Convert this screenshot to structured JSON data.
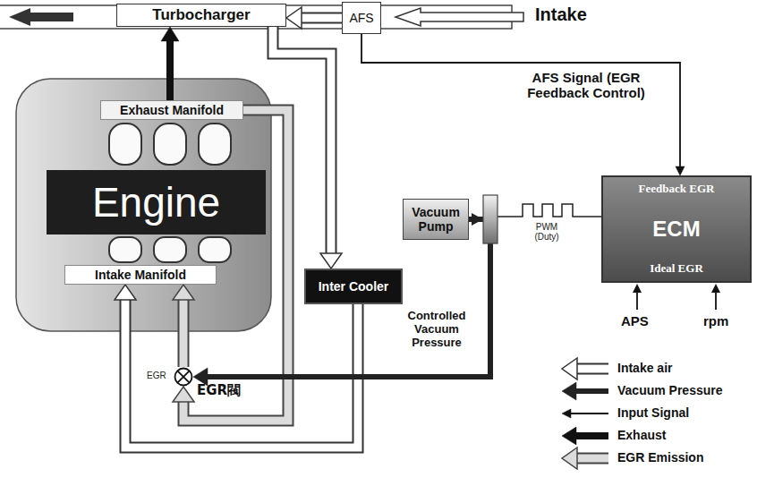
{
  "diagram": {
    "nodes": [
      {
        "text": [
          "Turbocharger"
        ]
      },
      {
        "text": [
          "AFS"
        ]
      },
      {
        "text": [
          "Exhaust Manifold"
        ]
      },
      {
        "text": [
          "Engine"
        ]
      },
      {
        "text": [
          "Intake Manifold"
        ]
      },
      {
        "text": [
          "Inter Cooler"
        ]
      },
      {
        "text": [
          "Vacuum Pump"
        ]
      },
      {
        "text": [
          "Feedback EGR",
          "ECM",
          "Ideal EGR"
        ]
      },
      {
        "text": [
          "EGR",
          "EGR閥"
        ]
      }
    ],
    "edges": [
      {
        "from": 1,
        "to": 0,
        "arrow": "to"
      },
      {
        "from": 1,
        "to": 7,
        "arrow": "to",
        "label": "AFS Signal (EGR Feedback Control)"
      },
      {
        "from": 2,
        "to": 0,
        "arrow": "to"
      },
      {
        "from": 0,
        "to": 5,
        "arrow": "to"
      },
      {
        "from": 5,
        "to": 4,
        "arrow": "to"
      },
      {
        "from": 2,
        "to": 8,
        "arrow": "to"
      },
      {
        "from": 8,
        "to": 4,
        "arrow": "to"
      },
      {
        "from": 6,
        "to": 8,
        "arrow": "to",
        "label": "Controlled Vacuum Pressure"
      }
    ],
    "labels": [
      "Intake",
      "PWM (Duty)",
      "APS",
      "rpm"
    ],
    "legend": [
      {
        "text": "Intake air"
      },
      {
        "text": "Vacuum Pressure"
      },
      {
        "text": "Input Signal"
      },
      {
        "text": "Exhaust"
      },
      {
        "text": "EGR Emission"
      }
    ]
  }
}
